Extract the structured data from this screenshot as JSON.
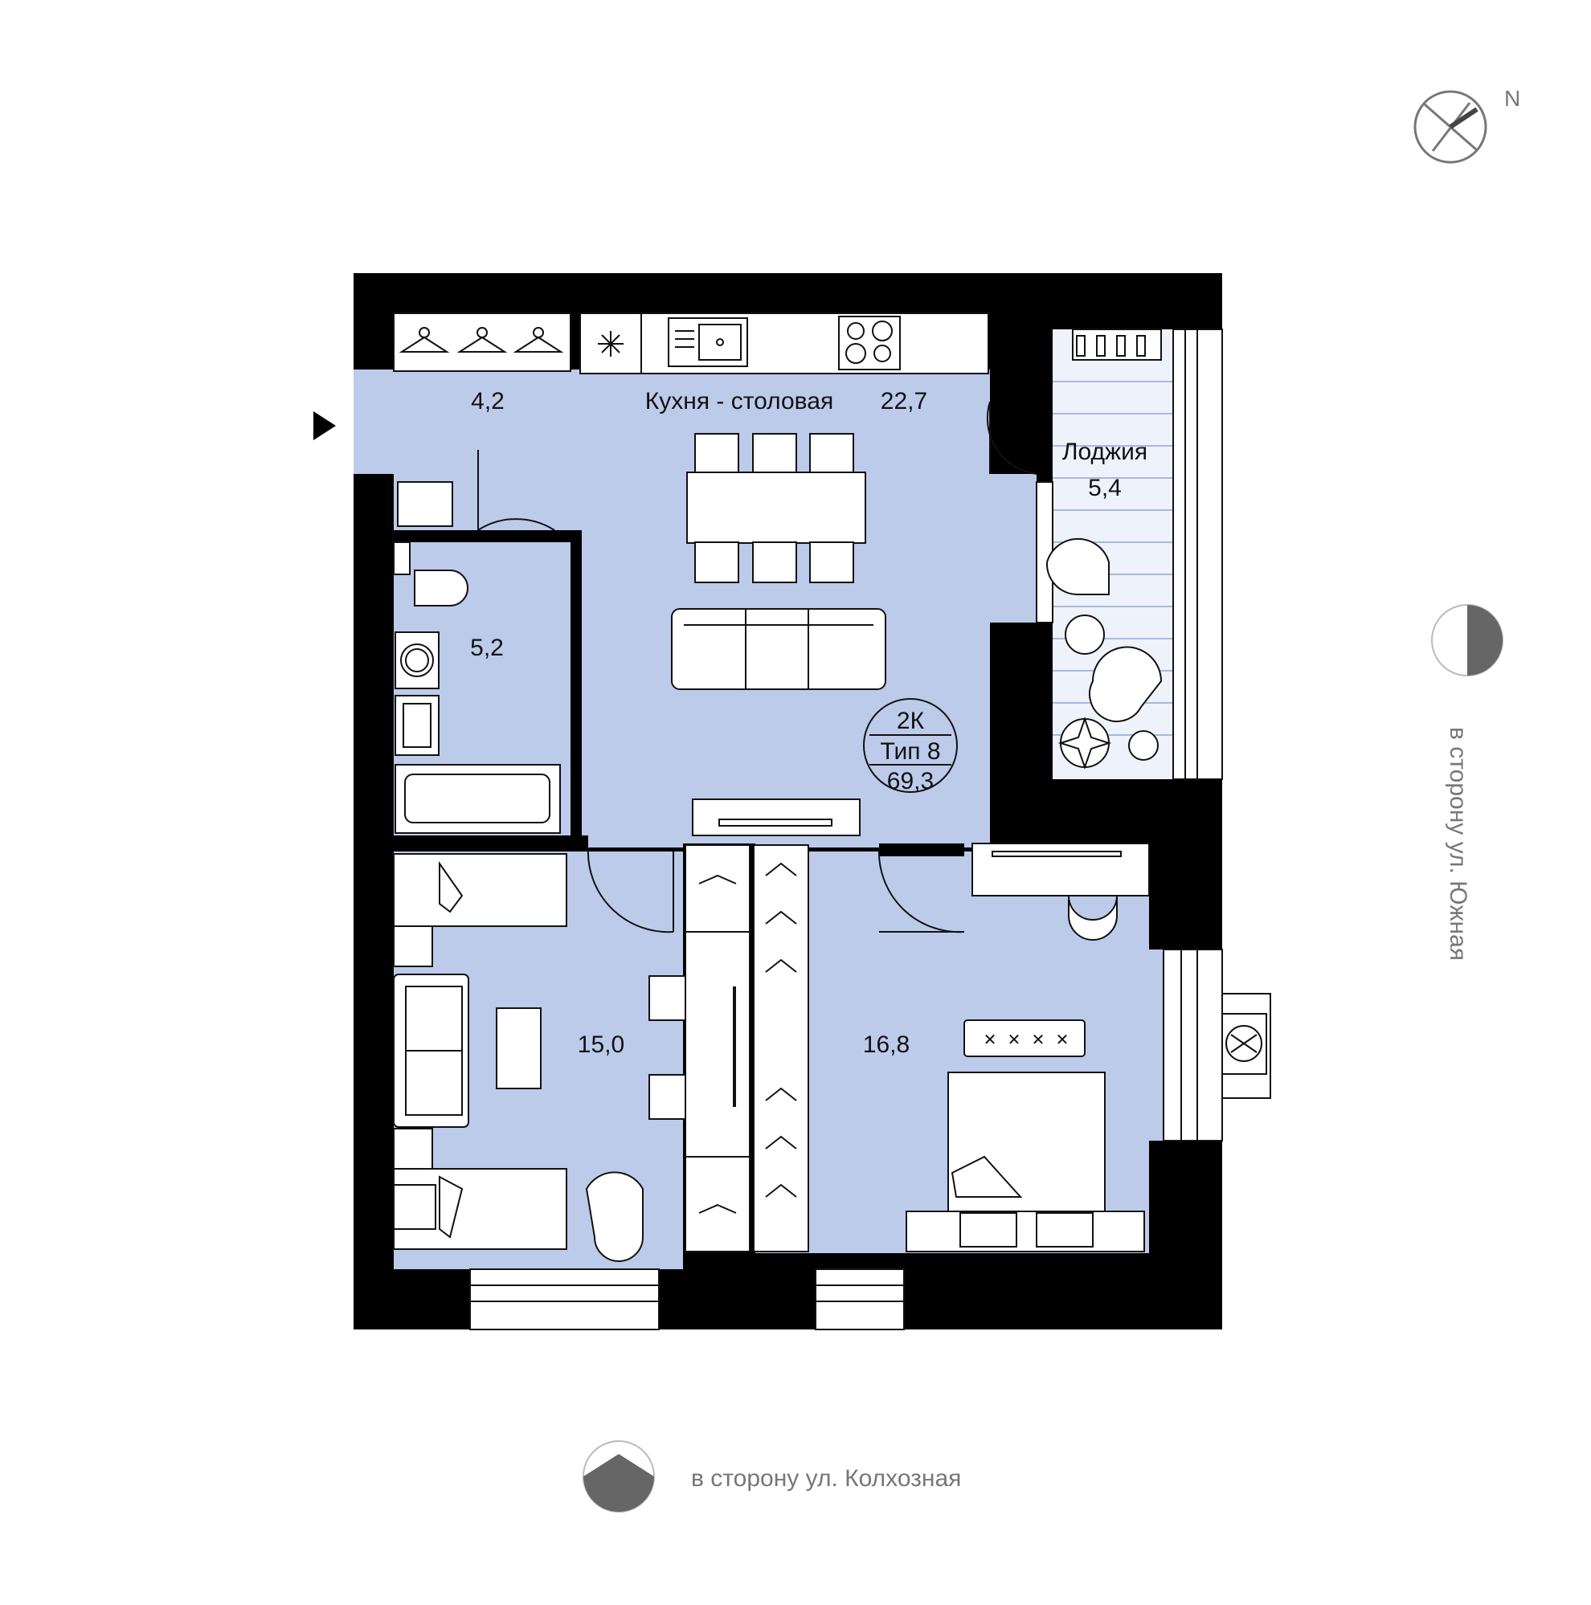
{
  "compass": {
    "north_label": "N"
  },
  "rooms": {
    "hall": {
      "area": "4,2"
    },
    "kitchen": {
      "name": "Кухня - столовая",
      "area": "22,7"
    },
    "loggia": {
      "name": "Лоджия",
      "area": "5,4"
    },
    "bathroom": {
      "area": "5,2"
    },
    "living": {
      "area": "15,0"
    },
    "bedroom": {
      "area": "16,8"
    }
  },
  "apartment_badge": {
    "rooms": "2К",
    "type": "Тип 8",
    "total_area": "69,3"
  },
  "orientation": {
    "east_street": "в сторону ул. Южная",
    "south_street": "в сторону ул. Колхозная"
  },
  "colors": {
    "wall": "#000000",
    "floor": "#bccbea",
    "loggia_floor": "#eef2fb",
    "sun_marker": "#666666",
    "text_gray": "#777777"
  }
}
